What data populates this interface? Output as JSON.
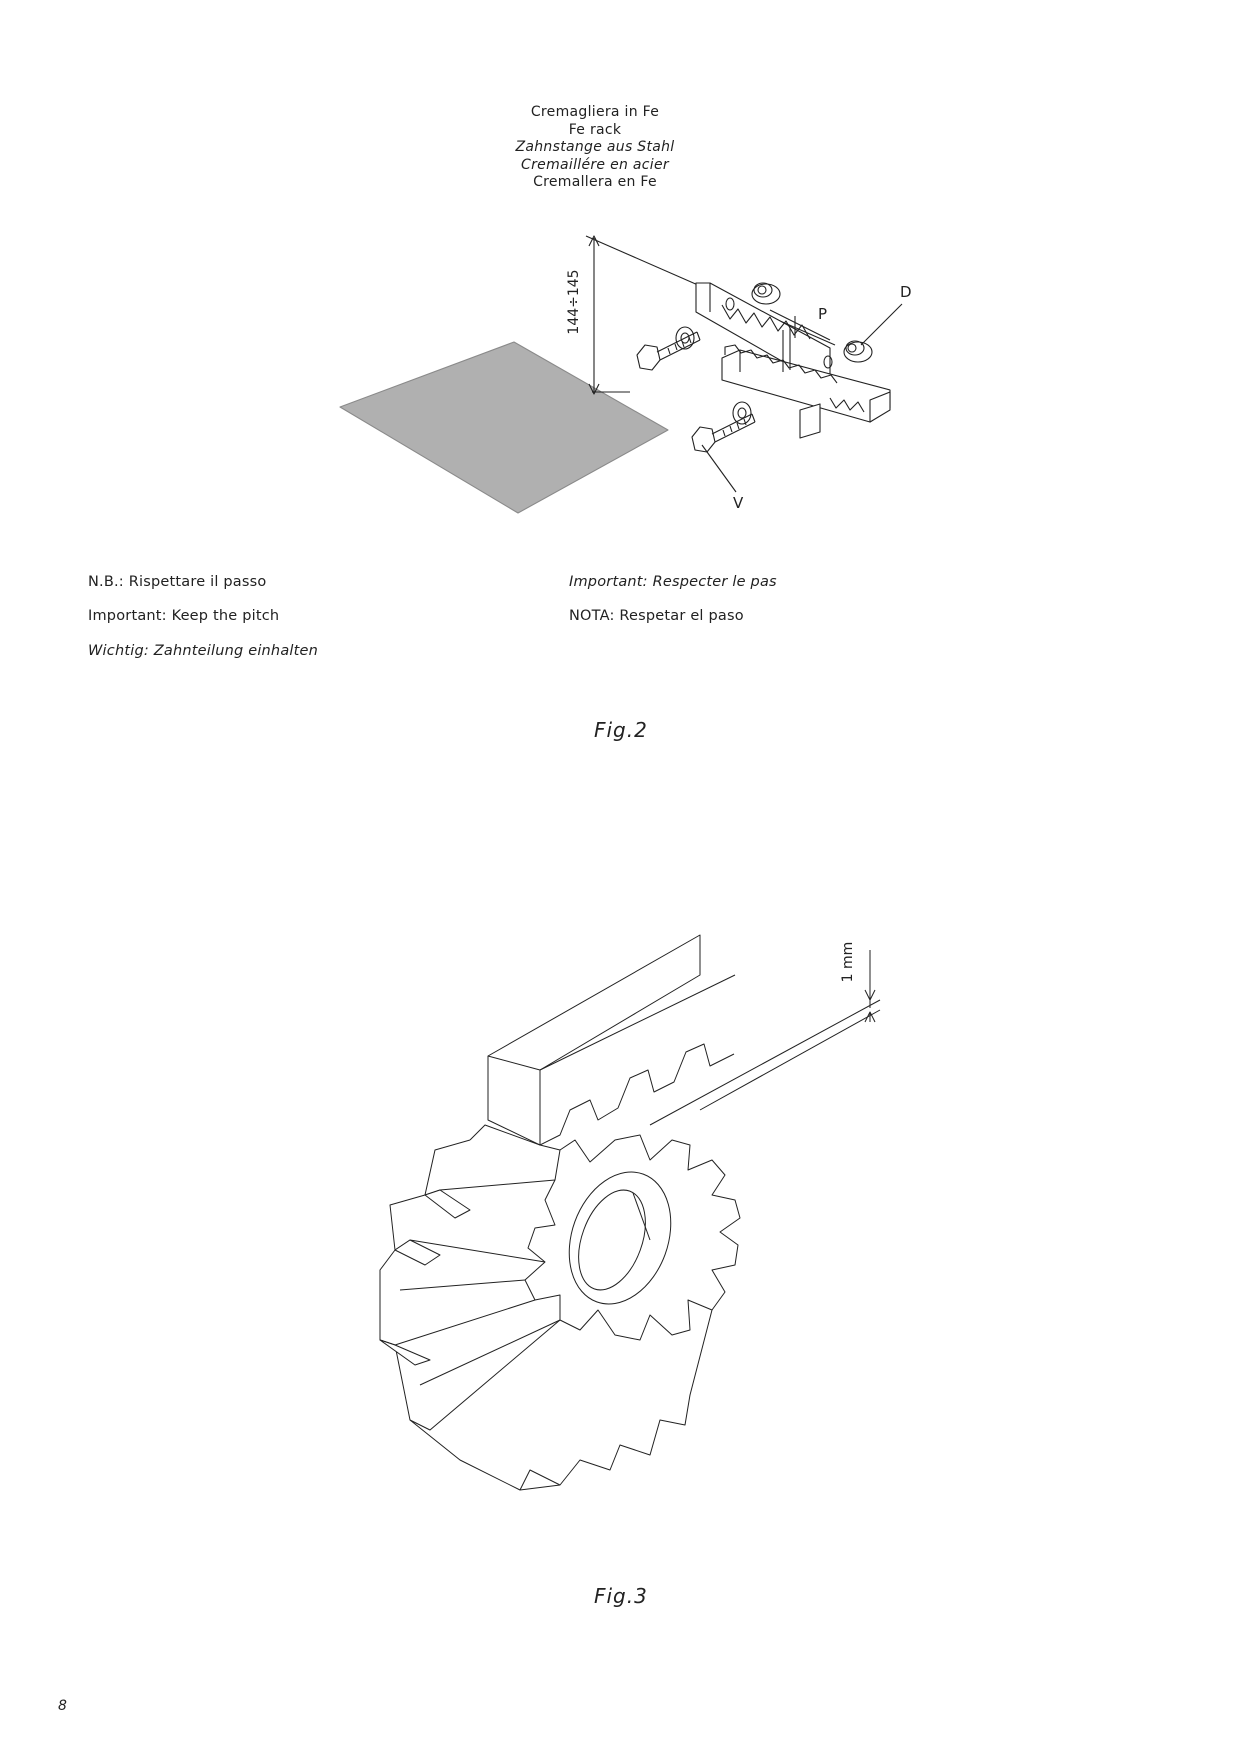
{
  "rack_title": {
    "line1": "Cremagliera in Fe",
    "line2": "Fe rack",
    "line3": "Zahnstange aus Stahl",
    "line4": "Cremaillére en acier",
    "line5": "Cremallera en Fe"
  },
  "fig2_labels": {
    "dimension": "144÷145",
    "pitch": "P",
    "nut": "D",
    "screw": "V"
  },
  "notes": {
    "it": "N.B.: Rispettare il passo",
    "en": "Important: Keep the pitch",
    "de": "Wichtig: Zahnteilung einhalten",
    "fr": "Important: Respecter le pas",
    "es": "NOTA: Respetar el paso"
  },
  "fig2_caption": "Fig.2",
  "fig3_labels": {
    "gap": "1 mm"
  },
  "fig3_caption": "Fig.3",
  "page_number": "8"
}
